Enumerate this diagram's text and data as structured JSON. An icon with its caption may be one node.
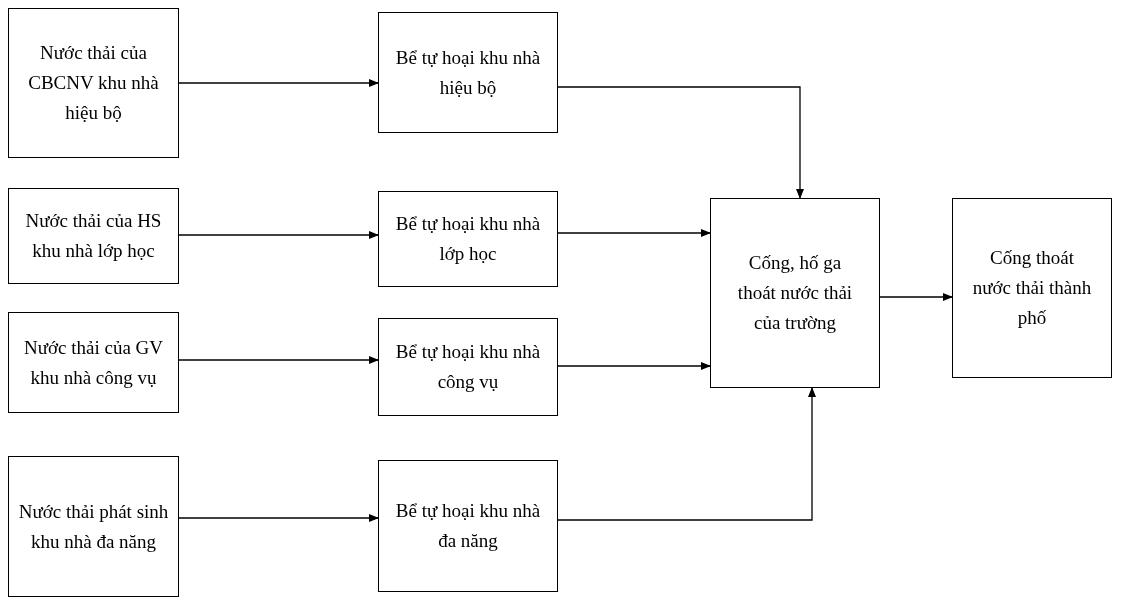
{
  "diagram": {
    "nodes": [
      {
        "text": [
          "Nước thải của CBCNV khu nhà hiệu bộ"
        ]
      },
      {
        "text": [
          "Bể tự hoại khu nhà hiệu bộ"
        ]
      },
      {
        "text": [
          "Nước thải của HS khu nhà lớp học"
        ]
      },
      {
        "text": [
          "Bể tự hoại khu nhà lớp học"
        ]
      },
      {
        "text": [
          "Nước thải của GV khu nhà công vụ"
        ]
      },
      {
        "text": [
          "Bể tự hoại khu nhà công vụ"
        ]
      },
      {
        "text": [
          "Nước thải phát sinh khu nhà đa năng"
        ]
      },
      {
        "text": [
          "Bể tự hoại khu nhà đa năng"
        ]
      },
      {
        "text": [
          "Cống, hố ga thoát nước thải của trường"
        ]
      },
      {
        "text": [
          "Cống thoát nước thải thành phố"
        ]
      }
    ],
    "edges": [
      {
        "from": 0,
        "to": 1,
        "arrow": "to"
      },
      {
        "from": 1,
        "to": 8,
        "arrow": "to"
      },
      {
        "from": 2,
        "to": 3,
        "arrow": "to"
      },
      {
        "from": 3,
        "to": 8,
        "arrow": "to"
      },
      {
        "from": 4,
        "to": 5,
        "arrow": "to"
      },
      {
        "from": 5,
        "to": 8,
        "arrow": "to"
      },
      {
        "from": 6,
        "to": 7,
        "arrow": "to"
      },
      {
        "from": 7,
        "to": 8,
        "arrow": "to"
      },
      {
        "from": 8,
        "to": 9,
        "arrow": "to"
      }
    ]
  }
}
